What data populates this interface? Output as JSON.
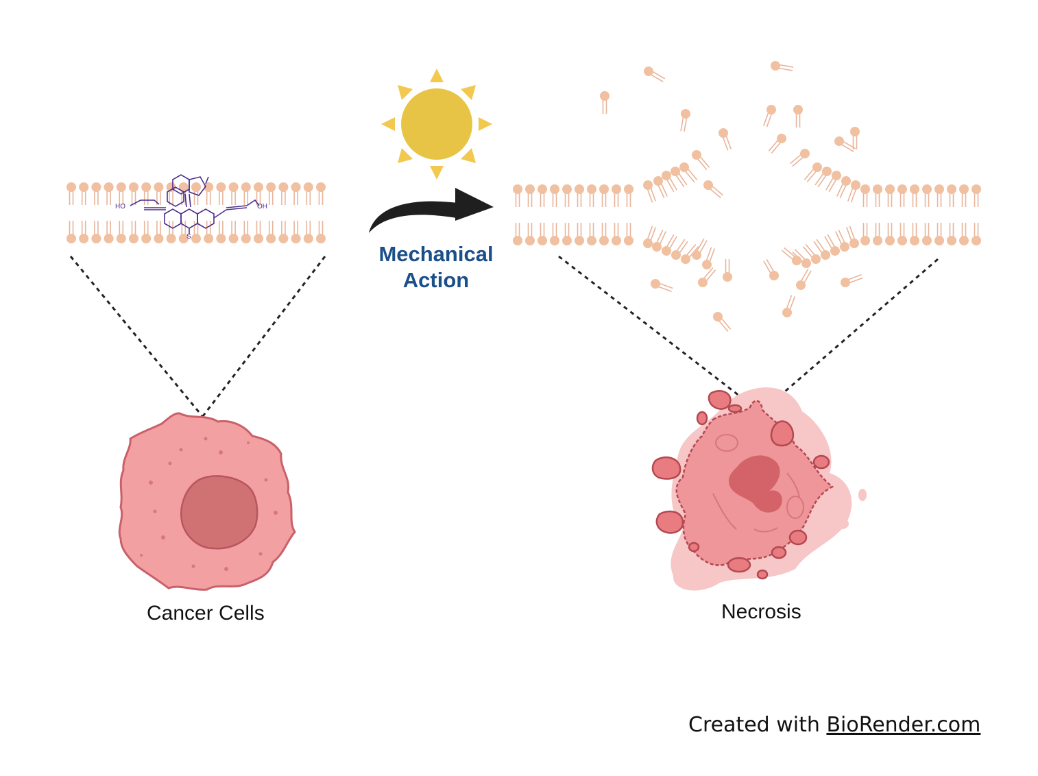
{
  "labels": {
    "left_cell": "Cancer Cells",
    "right_cell": "Necrosis",
    "action_line1": "Mechanical",
    "action_line2": "Action"
  },
  "molecule": {
    "left_group": "HO",
    "right_group": "OH",
    "heteroatom": "S"
  },
  "credit": {
    "prefix": "Created with ",
    "link": "BioRender.com"
  },
  "colors": {
    "lipid_head": "#f0c0a0",
    "lipid_tail": "#e8b49a",
    "cell_fill": "#f2a0a2",
    "cell_outline": "#c9606a",
    "nucleus_fill": "#d07274",
    "necrosis_haze": "#f7c6c6",
    "sun_core": "#e8c446",
    "sun_rays": "#f2c84e",
    "arrow": "#1f1f1f",
    "action_text": "#1b4f8a",
    "molecule": "#4b2d8f"
  },
  "icons": {
    "sun": "sun-icon",
    "arrow": "curved-arrow-icon"
  }
}
